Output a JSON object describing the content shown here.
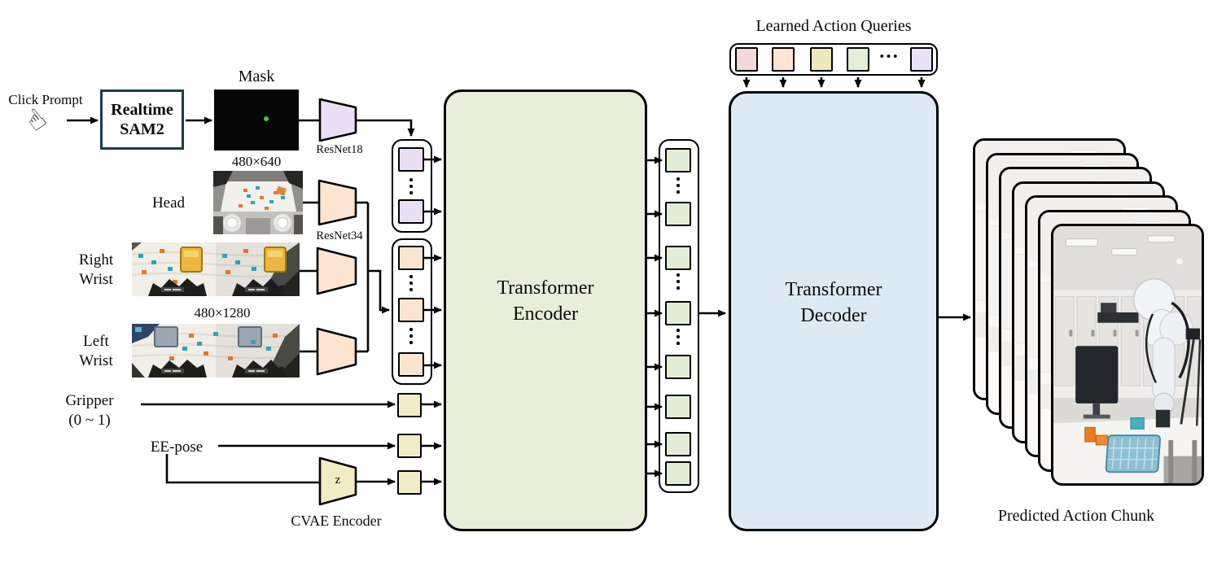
{
  "colors": {
    "purple": "#ebdff5",
    "peach": "#fce5d0",
    "yellow": "#f2ecc5",
    "green": "#e3ecd4",
    "encoder_bg": "#e7eed9",
    "decoder_bg": "#dcebf3",
    "sam2_border": "#1d3c49",
    "mask_dot": "#3bcf3b"
  },
  "inputs": {
    "click_prompt": "Click Prompt",
    "sam2_line1": "Realtime",
    "sam2_line2": "SAM2",
    "mask_label": "Mask",
    "mask_size": "480×640",
    "resnet18": "ResNet18",
    "head": "Head",
    "resnet34": "ResNet34",
    "right_wrist_line1": "Right",
    "right_wrist_line2": "Wrist",
    "wrist_size": "480×1280",
    "left_wrist_line1": "Left",
    "left_wrist_line2": "Wrist",
    "gripper_line1": "Gripper",
    "gripper_line2": "(0 ~ 1)",
    "ee_pose": "EE-pose",
    "cvae_encoder": "CVAE Encoder",
    "z": "z"
  },
  "encoder": {
    "line1": "Transformer",
    "line2": "Encoder"
  },
  "decoder": {
    "line1": "Transformer",
    "line2": "Decoder"
  },
  "queries": {
    "title": "Learned Action Queries",
    "ellipsis": "•••",
    "square_colors": [
      "#f2d8d8",
      "#fce4d0",
      "#efe8ba",
      "#e4edd6",
      "#e7e2f4"
    ]
  },
  "output": {
    "label": "Predicted Action Chunk",
    "card_count": 7
  },
  "icons": {
    "click_hand": "☝"
  }
}
